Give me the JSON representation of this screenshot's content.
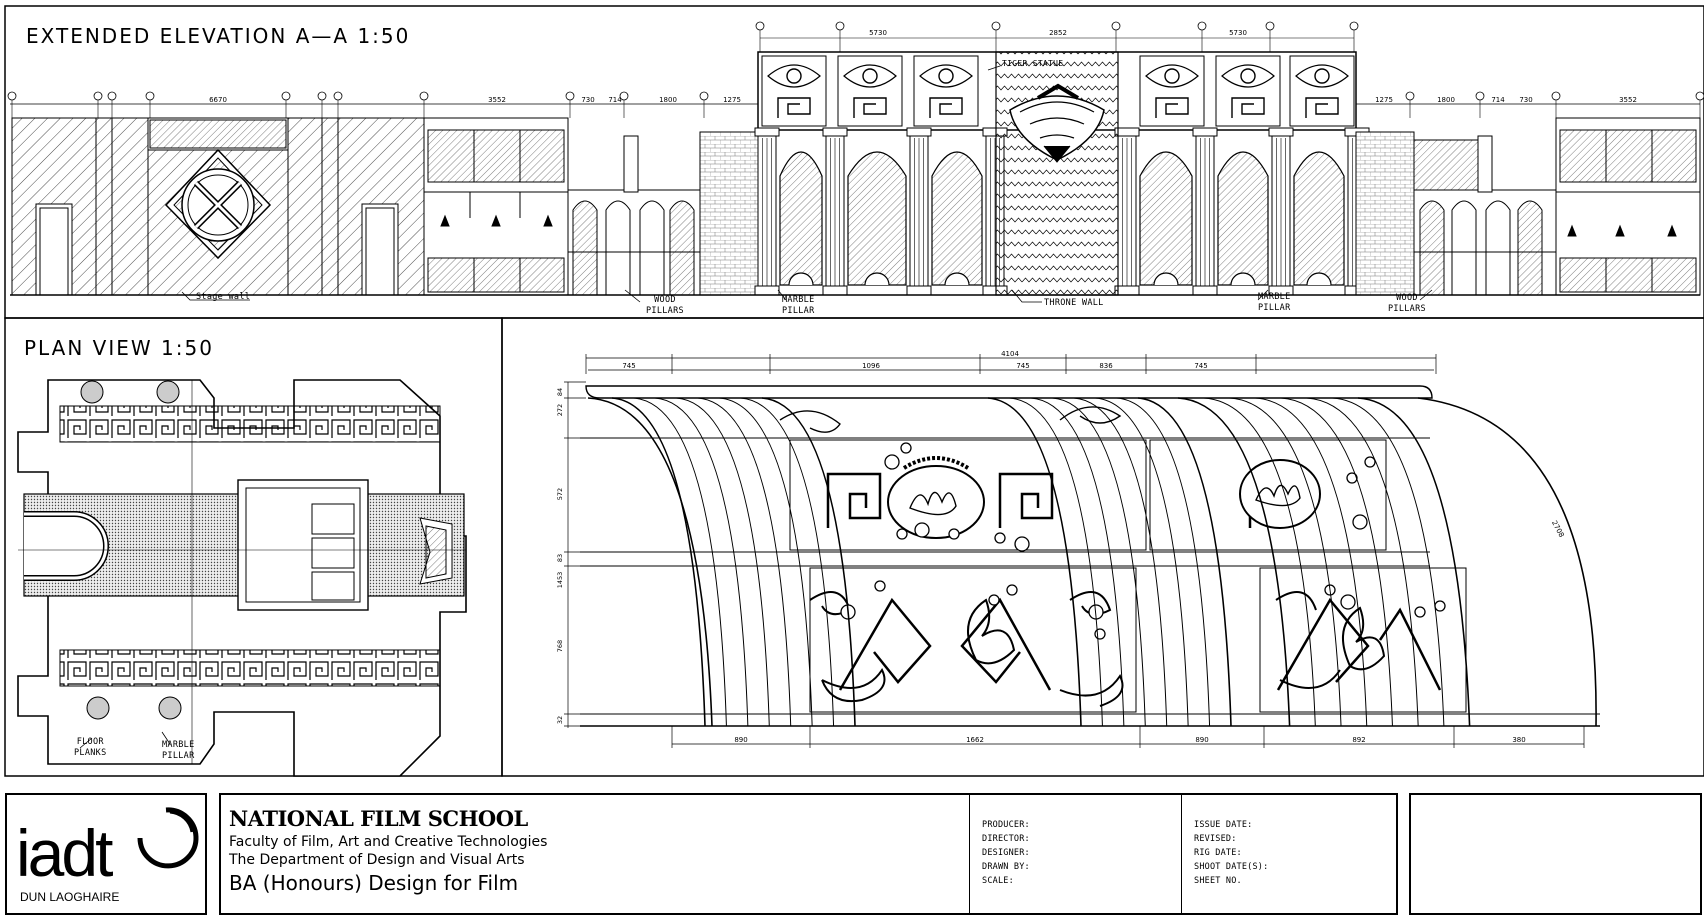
{
  "sheet": {
    "elevation_title": "EXTENDED ELEVATION A—A 1:50",
    "plan_title": "PLAN VIEW 1:50"
  },
  "elevation_labels": {
    "stage_wall": "Stage wall",
    "wood_pillars_left": "WOOD\nPILLARS",
    "marble_pillar_left": "MARBLE\nPILLAR",
    "throne_wall": "THRONE WALL",
    "marble_pillar_right": "MARBLE\nPILLAR",
    "wood_pillars_right": "WOOD\nPILLARS",
    "tiger_statue": "TIGER STATUE"
  },
  "elevation_dimensions": {
    "left_span": "6670",
    "d1": "3552",
    "d2": "730",
    "d3": "714",
    "d4": "1800",
    "d5": "1275",
    "d6": "5730",
    "d7": "2852",
    "d8": "5730",
    "d9": "1275",
    "d10": "1800",
    "d11": "714",
    "d12": "730",
    "d13": "3552"
  },
  "plan_labels": {
    "floor_planks": "FLOOR\nPLANKS",
    "marble_pillar": "MARBLE\nPILLAR"
  },
  "detail_dimensions": {
    "top_total": "4104",
    "top": [
      "745",
      "1096",
      "745",
      "836",
      "745"
    ],
    "bottom": [
      "890",
      "1662",
      "890",
      "892",
      "380"
    ],
    "left": [
      "84",
      "272",
      "572",
      "83",
      "1453",
      "768",
      "32"
    ],
    "arc": "2708"
  },
  "title_block": {
    "logo_text": "iadt",
    "logo_sub": "DUN LAOGHAIRE",
    "school": "NATIONAL FILM SCHOOL",
    "faculty": "Faculty of Film, Art and Creative Technologies",
    "department": "The Department of Design and Visual Arts",
    "course": "BA (Honours) Design for Film",
    "fields_left": [
      "PRODUCER:",
      "DIRECTOR:",
      "DESIGNER:",
      "DRAWN BY:",
      "SCALE:"
    ],
    "fields_right": [
      "ISSUE DATE:",
      "REVISED:",
      "RIG DATE:",
      "SHOOT DATE(S):",
      "SHEET NO."
    ]
  }
}
